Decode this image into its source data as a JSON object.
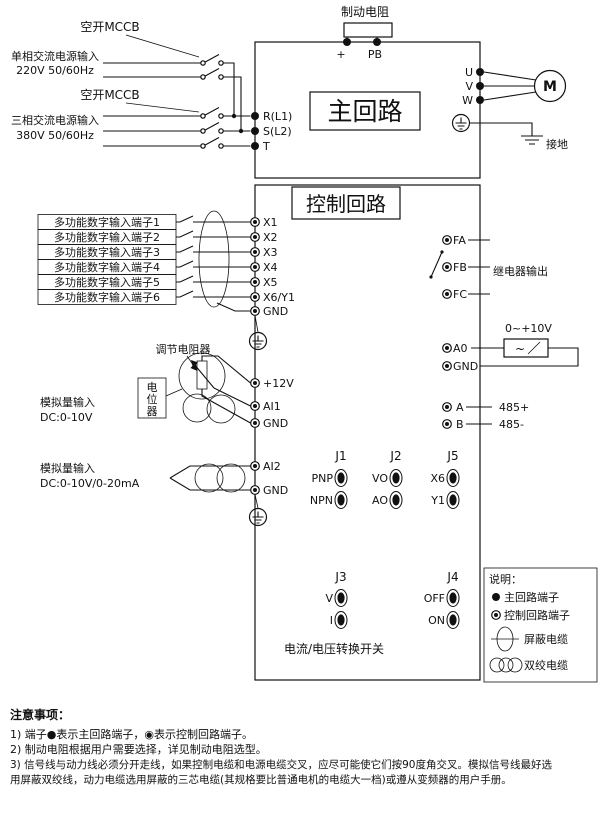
{
  "top": {
    "brake_resistor": "制动电阻",
    "plus": "+",
    "pb": "PB"
  },
  "main": {
    "title": "主回路",
    "mccb1": "空开MCCB",
    "mccb2": "空开MCCB",
    "sp1": "单相交流电源输入",
    "sp2": "220V 50/60Hz",
    "tp1": "三相交流电源输入",
    "tp2": "380V 50/60Hz",
    "r": "R(L1)",
    "s": "S(L2)",
    "t": "T",
    "u": "U",
    "v": "V",
    "w": "W",
    "motor": "M",
    "ground": "接地"
  },
  "ctrl": {
    "title": "控制回路",
    "din": [
      "多功能数字输入端子1",
      "多功能数字输入端子2",
      "多功能数字输入端子3",
      "多功能数字输入端子4",
      "多功能数字输入端子5",
      "多功能数字输入端子6"
    ],
    "dterm": [
      "X1",
      "X2",
      "X3",
      "X4",
      "X5",
      "X6/Y1",
      "GND"
    ],
    "fa": "FA",
    "fb": "FB",
    "fc": "FC",
    "relay": "继电器输出",
    "range": "0~+10V",
    "a0": "A0",
    "a0gnd": "GND",
    "a": "A",
    "b": "B",
    "p485": "485+",
    "m485": "485-",
    "adjust": "调节电阻器",
    "pot": [
      "电",
      "位",
      "器"
    ],
    "ai1d1": "模拟量输入",
    "ai1d2": "DC:0-10V",
    "v12": "+12V",
    "ai1": "AI1",
    "ai1gnd": "GND",
    "ai2d1": "模拟量输入",
    "ai2d2": "DC:0-10V/0-20mA",
    "ai2": "AI2",
    "ai2gnd": "GND",
    "j1": "J1",
    "j1t": "PNP",
    "j1b": "NPN",
    "j2": "J2",
    "j2t": "VO",
    "j2b": "AO",
    "j5": "J5",
    "j5t": "X6",
    "j5b": "Y1",
    "j3": "J3",
    "j3t": "V",
    "j3b": "I",
    "j4": "J4",
    "j4t": "OFF",
    "j4b": "ON",
    "sw": "电流/电压转换开关"
  },
  "legend": {
    "title": "说明：",
    "main_t": "主回路端子",
    "ctrl_t": "控制回路端子",
    "shield": "屏蔽电缆",
    "twist": "双绞电缆"
  },
  "notes": {
    "title": "注意事项：",
    "l1": "1) 端子●表示主回路端子，◉表示控制回路端子。",
    "l2": "2) 制动电阻根据用户需要选择，详见制动电阻选型。",
    "l3": "3) 信号线与动力线必须分开走线，如果控制电缆和电源电缆交叉，应尽可能使它们按90度角交叉。模拟信号线最好选",
    "l4": "用屏蔽双绞线，动力电缆选用屏蔽的三芯电缆(其规格要比普通电机的电缆大一档)或遵从变频器的用户手册。"
  }
}
